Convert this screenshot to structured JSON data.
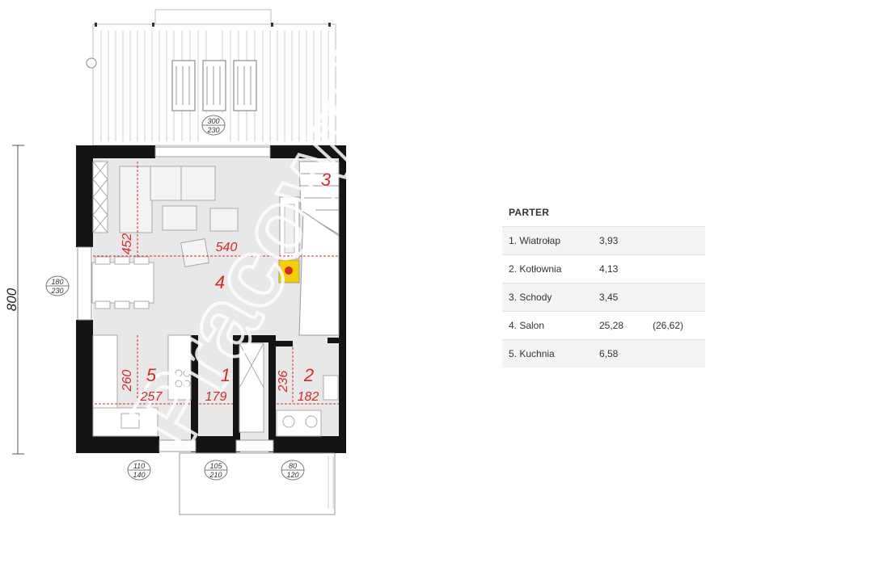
{
  "plan": {
    "total_dimension": "800",
    "rooms": [
      {
        "number": "1",
        "width": "179"
      },
      {
        "number": "2",
        "depth": "236",
        "width": "182"
      },
      {
        "number": "3"
      },
      {
        "number": "4",
        "depth": "452",
        "width": "540"
      },
      {
        "number": "5",
        "depth": "260",
        "width": "257"
      }
    ],
    "windows": [
      {
        "w": "300",
        "h": "230"
      },
      {
        "w": "180",
        "h": "230"
      },
      {
        "w": "110",
        "h": "140"
      },
      {
        "w": "105",
        "h": "210"
      },
      {
        "w": "80",
        "h": "120"
      }
    ]
  },
  "table": {
    "title": "PARTER",
    "rows": [
      {
        "name": "1. Wiatrołap",
        "area": "3,93",
        "extra": ""
      },
      {
        "name": "2. Kotłownia",
        "area": "4,13",
        "extra": ""
      },
      {
        "name": "3. Schody",
        "area": "3,45",
        "extra": ""
      },
      {
        "name": "4. Salon",
        "area": "25,28",
        "extra": "(26,62)"
      },
      {
        "name": "5. Kuchnia",
        "area": "6,58",
        "extra": ""
      }
    ]
  },
  "colors": {
    "wall": "#141414",
    "floor": "#e8e8e8",
    "dimension": "#d92828",
    "fireplace": "#f5d000"
  }
}
